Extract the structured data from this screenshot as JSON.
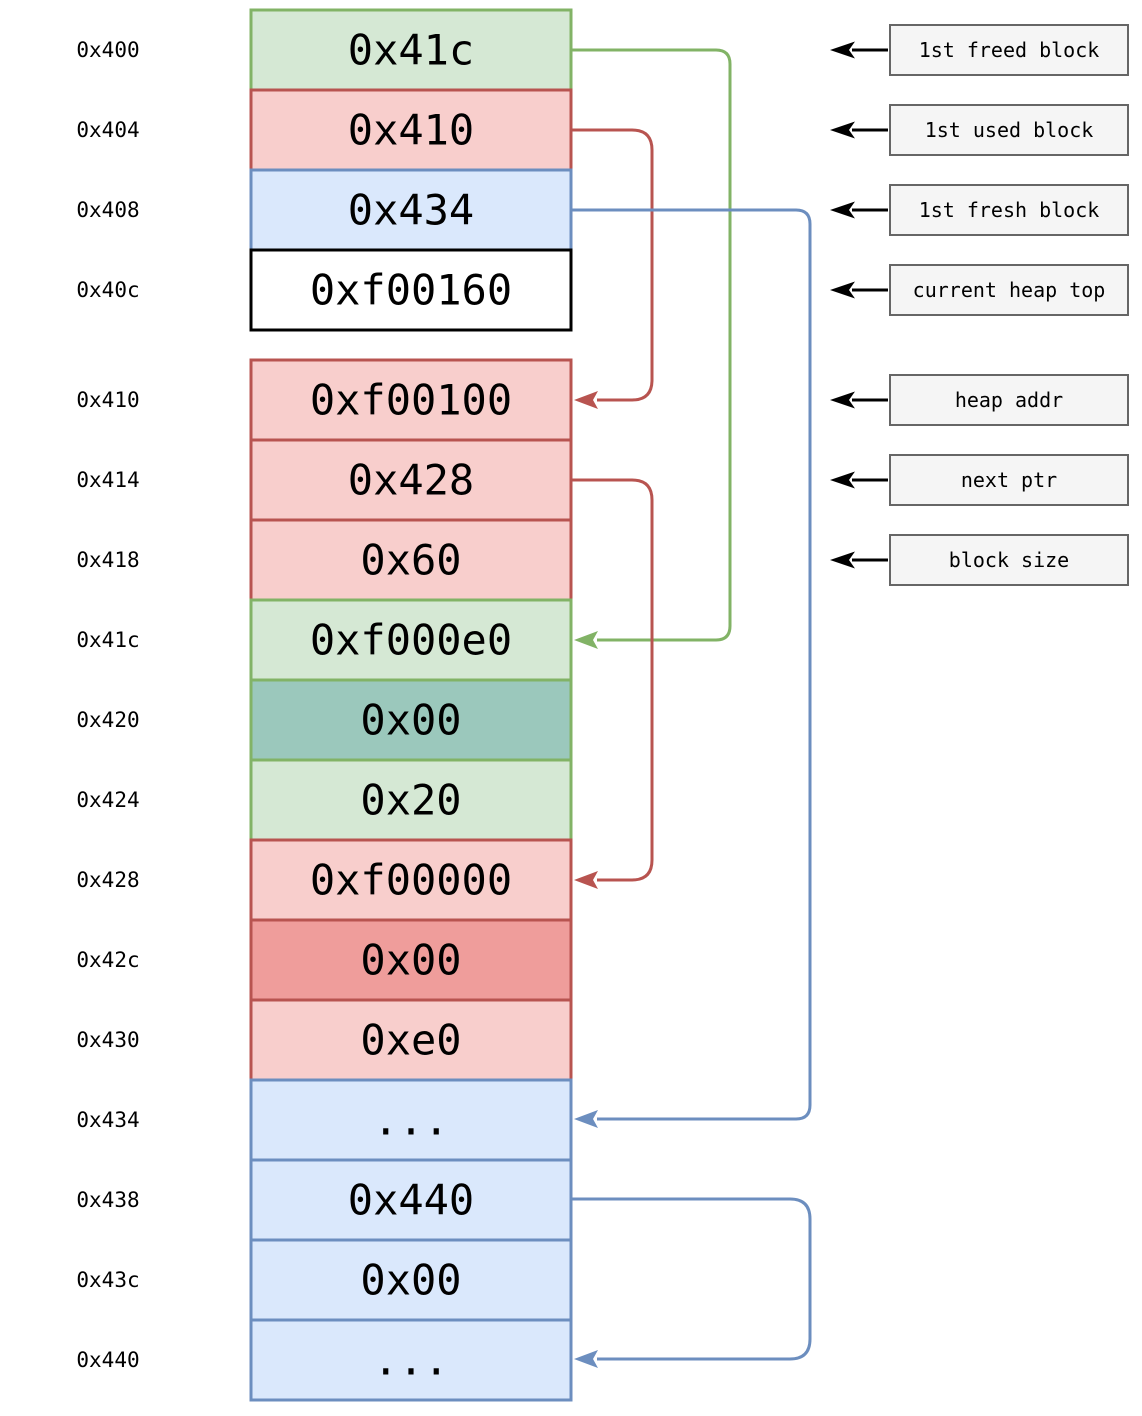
{
  "colors": {
    "green_fill": "#d5e8d4",
    "green_stroke": "#82b366",
    "red_fill": "#f8cecc",
    "red_stroke": "#b85450",
    "red_dark_fill": "#ef9d9b",
    "blue_fill": "#dae8fc",
    "blue_stroke": "#6c8ebf",
    "teal_fill": "#9bc8bc",
    "white_fill": "#ffffff",
    "black": "#000000",
    "label_fill": "#f5f5f5",
    "label_stroke": "#666666"
  },
  "rows": [
    {
      "addr": "0x400",
      "value": "0x41c",
      "kind": "freed-list-head"
    },
    {
      "addr": "0x404",
      "value": "0x410",
      "kind": "used-list-head"
    },
    {
      "addr": "0x408",
      "value": "0x434",
      "kind": "fresh-list-head"
    },
    {
      "addr": "0x40c",
      "value": "0xf00160",
      "kind": "current-heap-top"
    },
    {
      "addr": "0x410",
      "value": "0xf00100",
      "kind": "heap-addr"
    },
    {
      "addr": "0x414",
      "value": "0x428",
      "kind": "next-ptr"
    },
    {
      "addr": "0x418",
      "value": "0x60",
      "kind": "block-size"
    },
    {
      "addr": "0x41c",
      "value": "0xf000e0",
      "kind": "heap-addr"
    },
    {
      "addr": "0x420",
      "value": "0x00",
      "kind": "next-ptr"
    },
    {
      "addr": "0x424",
      "value": "0x20",
      "kind": "block-size"
    },
    {
      "addr": "0x428",
      "value": "0xf00000",
      "kind": "heap-addr"
    },
    {
      "addr": "0x42c",
      "value": "0x00",
      "kind": "next-ptr"
    },
    {
      "addr": "0x430",
      "value": "0xe0",
      "kind": "block-size"
    },
    {
      "addr": "0x434",
      "value": "...",
      "kind": "fresh-block"
    },
    {
      "addr": "0x438",
      "value": "0x440",
      "kind": "next-ptr"
    },
    {
      "addr": "0x43c",
      "value": "0x00",
      "kind": "next-ptr"
    },
    {
      "addr": "0x440",
      "value": "...",
      "kind": "fresh-block"
    }
  ],
  "annotations": [
    {
      "label": "1st freed block",
      "points_to": "0x400"
    },
    {
      "label": "1st used block",
      "points_to": "0x404"
    },
    {
      "label": "1st fresh block",
      "points_to": "0x408"
    },
    {
      "label": "current heap top",
      "points_to": "0x40c"
    },
    {
      "label": "heap addr",
      "points_to": "0x410"
    },
    {
      "label": "next ptr",
      "points_to": "0x414"
    },
    {
      "label": "block size",
      "points_to": "0x418"
    }
  ],
  "pointers": [
    {
      "from_addr": "0x400",
      "to_addr": "0x41c",
      "color": "green"
    },
    {
      "from_addr": "0x404",
      "to_addr": "0x410",
      "color": "red"
    },
    {
      "from_addr": "0x408",
      "to_addr": "0x434",
      "color": "blue"
    },
    {
      "from_addr": "0x414",
      "to_addr": "0x428",
      "color": "red"
    },
    {
      "from_addr": "0x438",
      "to_addr": "0x440",
      "color": "blue"
    }
  ]
}
